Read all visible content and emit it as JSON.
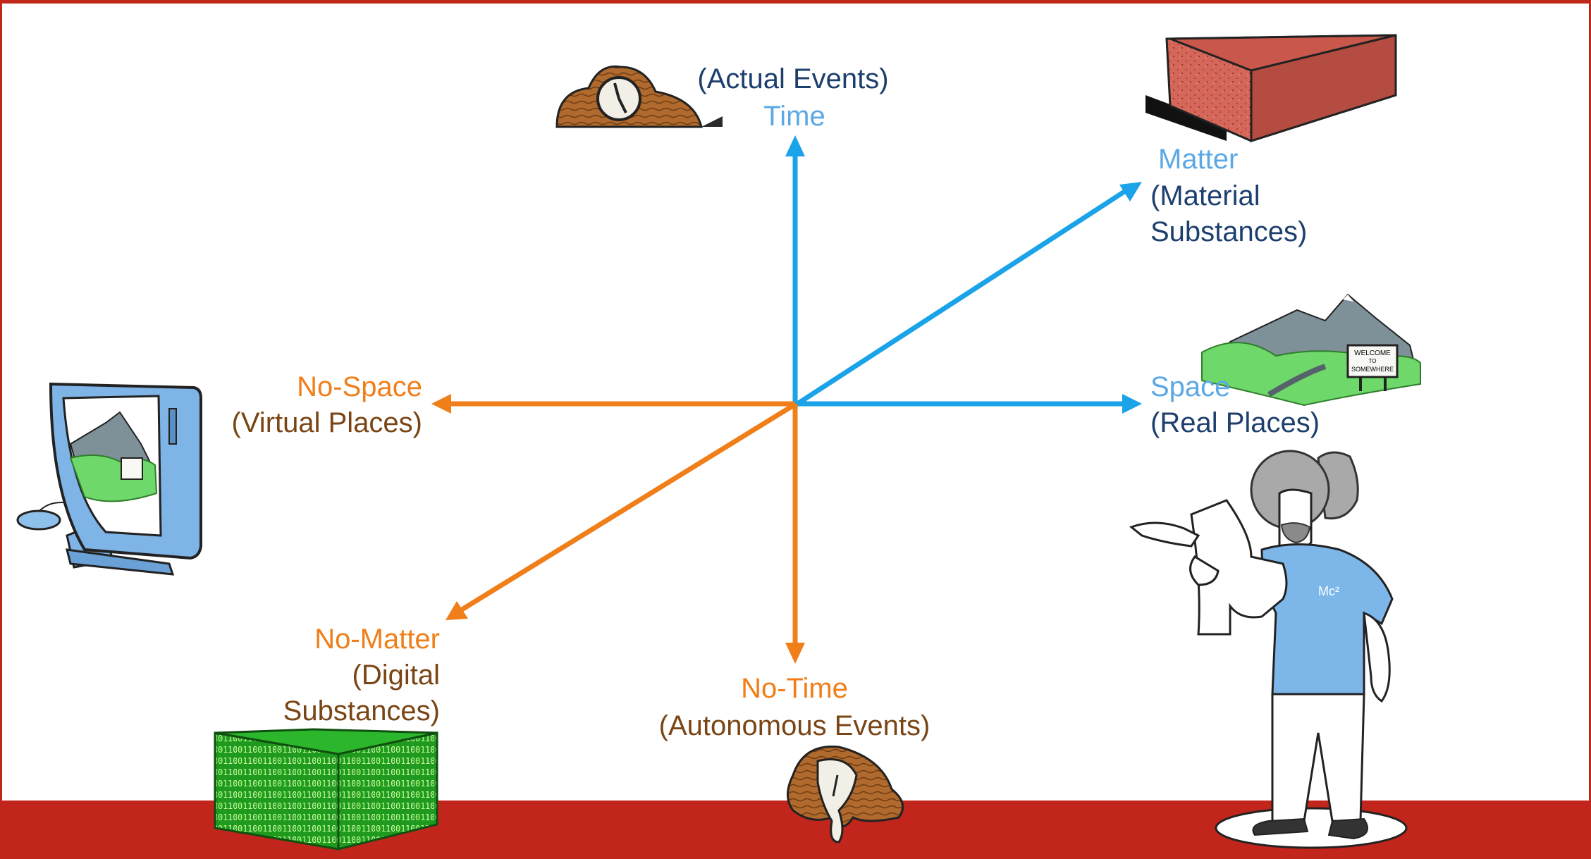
{
  "colors": {
    "positive_axis": "#1aa3e8",
    "negative_axis": "#f07e19",
    "positive_title": "#5aa8e6",
    "positive_subtitle": "#1d3f6e",
    "negative_title": "#f07e19",
    "negative_subtitle": "#7a4514",
    "frame": "#c1251b"
  },
  "axes": {
    "time": {
      "title": "Time",
      "subtitle": "(Actual Events)",
      "icon": "mantel-clock-icon"
    },
    "matter": {
      "title": "Matter",
      "subtitle_line1": "(Material",
      "subtitle_line2": "Substances)",
      "icon": "red-brick-icon"
    },
    "space": {
      "title": "Space",
      "subtitle": "(Real Places)",
      "icon": "mountain-landscape-icon",
      "sign_line1": "WELCOME",
      "sign_line2": "TO",
      "sign_line3": "SOMEWHERE"
    },
    "no_space": {
      "title": "No-Space",
      "subtitle": "(Virtual Places)",
      "icon": "computer-monitor-icon"
    },
    "no_matter": {
      "title": "No-Matter",
      "subtitle_line1": "(Digital",
      "subtitle_line2": "Substances)",
      "icon": "binary-code-block-icon"
    },
    "no_time": {
      "title": "No-Time",
      "subtitle_line1": "(Autonomous Events)",
      "icon": "melting-clock-icon"
    }
  },
  "presenter": {
    "icon": "presenter-figure-icon",
    "shirt_text": "Mc²"
  }
}
